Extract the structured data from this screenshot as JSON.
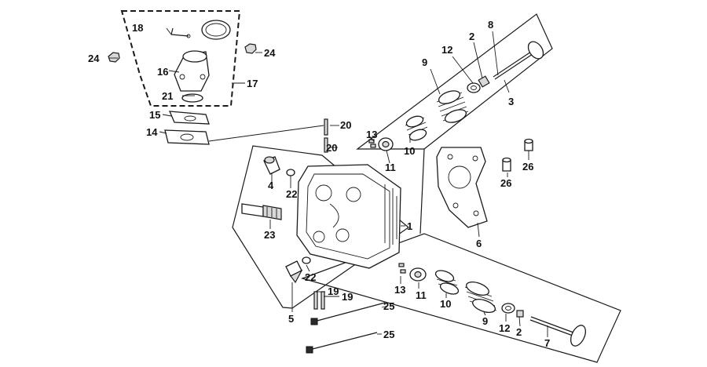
{
  "diagram": {
    "callouts": {
      "c1": "1",
      "c2a": "2",
      "c2b": "2",
      "c3": "3",
      "c4": "4",
      "c5": "5",
      "c6": "6",
      "c7": "7",
      "c8": "8",
      "c9a": "9",
      "c9b": "9",
      "c10a": "10",
      "c10b": "10",
      "c11a": "11",
      "c11b": "11",
      "c12a": "12",
      "c12b": "12",
      "c13a": "13",
      "c13b": "13",
      "c14": "14",
      "c15": "15",
      "c16": "16",
      "c17": "17",
      "c18": "18",
      "c19a": "19",
      "c19b": "19",
      "c20a": "20",
      "c20b": "20",
      "c21": "21",
      "c22a": "22",
      "c22b": "22",
      "c23": "23",
      "c24a": "24",
      "c24b": "24",
      "c25a": "25",
      "c25b": "25",
      "c26a": "26",
      "c26b": "26"
    }
  }
}
